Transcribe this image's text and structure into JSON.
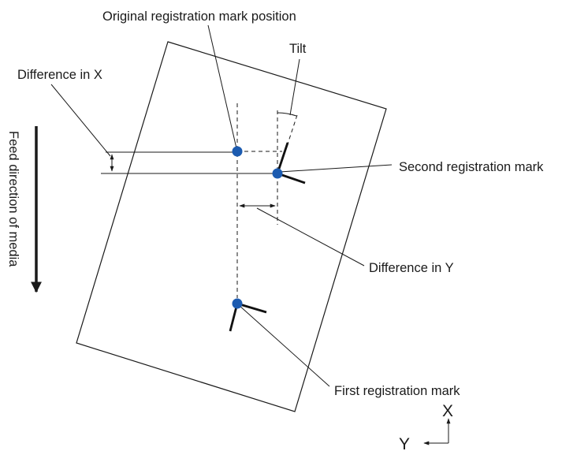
{
  "labels": {
    "original_position": "Original registration mark position",
    "tilt": "Tilt",
    "difference_x": "Difference in X",
    "second_mark": "Second registration mark",
    "difference_y": "Difference in Y",
    "first_mark": "First registration mark",
    "feed_direction": "Feed direction of media"
  },
  "axes": {
    "x": "X",
    "y": "Y"
  },
  "colors": {
    "mark_dot": "#1c5bb0",
    "line": "#1a1a1a"
  }
}
